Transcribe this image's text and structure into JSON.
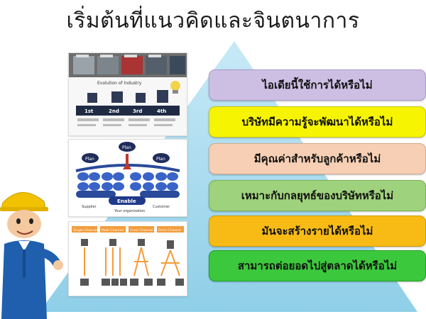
{
  "title": "เริ่มต้นที่แนวคิดและจินตนาการ",
  "questions": [
    "ไอเดียนี้ใช้การได้หรือไม่",
    "บริษัทมีความรู้จะพัฒนาได้หรือไม่",
    "มีคุณค่าสำหรับลูกค้าหรือไม่",
    "เหมาะกับกลยุทธ์ของบริษัทหรือไม่",
    "มันจะสร้างรายได้หรือไม่",
    "สามารถต่อยอดไปสู่ตลาดได้หรือไม่"
  ],
  "colors": {
    "pyramid": "#9fd6ec",
    "q1": "#cdbfe3",
    "q2": "#f6f400",
    "q3": "#f6cfb4",
    "q4": "#9fd27c",
    "q5": "#f8bb16",
    "q6": "#3cc83c"
  },
  "panel1": {
    "heading": "Evolution of Industry",
    "stages": [
      "1st",
      "2nd",
      "3rd",
      "4th"
    ]
  },
  "panel2": {
    "plan": "Plan",
    "enable": "Enable",
    "labels": [
      "Supplier",
      "Your organization",
      "Customer"
    ]
  },
  "panel3": {
    "channels": [
      "Single Channel",
      "Multi Channel",
      "Cross Channel",
      "Omni Channel"
    ]
  },
  "icons": {
    "character": "engineer-character-icon",
    "bulb": "light-bulb-icon"
  }
}
